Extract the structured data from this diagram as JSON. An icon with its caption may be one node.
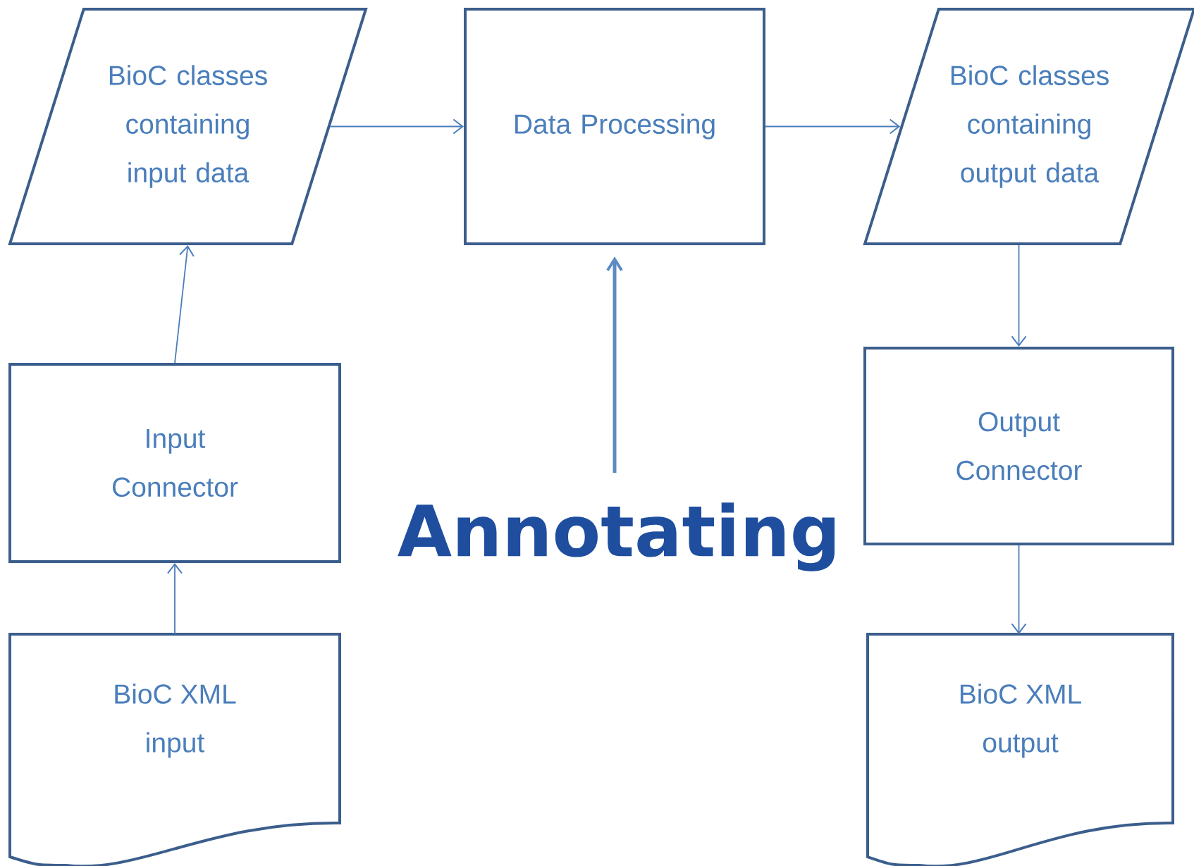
{
  "diagram": {
    "nodes": [
      {
        "text": [
          "BioC classes containing input data"
        ]
      },
      {
        "text": [
          "Data Processing"
        ]
      },
      {
        "text": [
          "BioC classes containing output data"
        ]
      },
      {
        "text": [
          "Input Connector"
        ]
      },
      {
        "text": [
          "Output Connector"
        ]
      },
      {
        "text": [
          "BioC XML input"
        ]
      },
      {
        "text": [
          "BioC XML output"
        ]
      },
      {
        "text": [
          "Annotating"
        ]
      }
    ],
    "edges": [
      {
        "from": 0,
        "to": 1,
        "arrow": "to"
      },
      {
        "from": 1,
        "to": 2,
        "arrow": "to"
      },
      {
        "from": 3,
        "to": 0,
        "arrow": "to"
      },
      {
        "from": 2,
        "to": 4,
        "arrow": "to"
      },
      {
        "from": 5,
        "to": 3,
        "arrow": "to"
      },
      {
        "from": 4,
        "to": 6,
        "arrow": "to"
      },
      {
        "from": 7,
        "to": 1,
        "arrow": "to",
        "style": "thick"
      }
    ]
  }
}
